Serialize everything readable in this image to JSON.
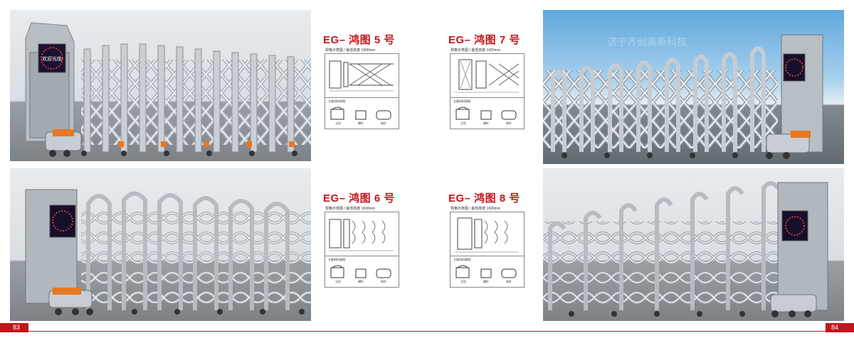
{
  "left_page": {
    "page_number": "83",
    "models": [
      {
        "title": "EG– 鸿图 5 号",
        "subtitle": "规格示意图 / 最佳高度 1600mm",
        "materials_label": "主要材料规格：",
        "profile_labels": [
          "立柱",
          "横杆",
          "斜杆"
        ]
      },
      {
        "title": "EG– 鸿图 6 号",
        "subtitle": "规格示意图 / 最佳高度 1600mm",
        "materials_label": "主要材料规格：",
        "profile_labels": [
          "立柱",
          "横杆",
          "斜杆"
        ]
      }
    ]
  },
  "right_page": {
    "page_number": "84",
    "models": [
      {
        "title": "EG– 鸿图 7 号",
        "subtitle": "规格示意图 / 最佳高度 1600mm",
        "materials_label": "主要材料规格：",
        "profile_labels": [
          "立柱",
          "横杆",
          "斜杆"
        ]
      },
      {
        "title": "EG– 鸿图 8 号",
        "subtitle": "规格示意图 / 最佳高度 1600mm",
        "materials_label": "主要材料规格：",
        "profile_labels": [
          "立柱",
          "横杆",
          "斜杆"
        ]
      }
    ]
  },
  "watermark": "济宁齐创高新科技",
  "gate_display_text": "欢迎光临",
  "colors": {
    "accent": "#c1161c",
    "sky_blue": "#5fa8dd",
    "steel": "#b9c0c6",
    "orange": "#e87722"
  }
}
